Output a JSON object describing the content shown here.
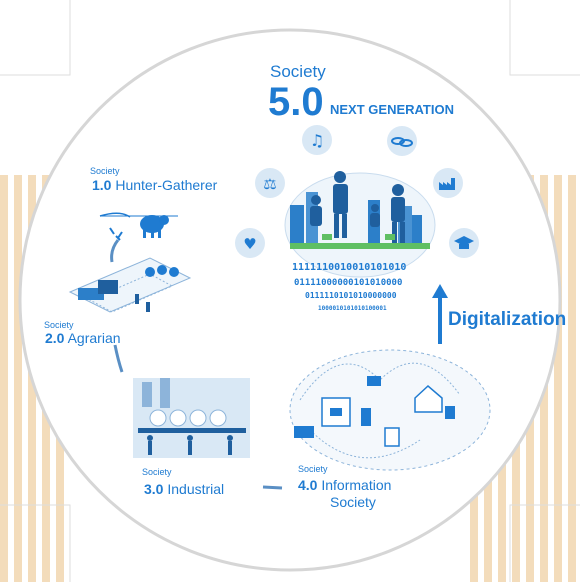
{
  "diagram": {
    "society5": {
      "society": "Society",
      "number": "5.0",
      "subtitle": "NEXT GENERATION"
    },
    "society1": {
      "society": "Society",
      "number": "1.0",
      "name": "Hunter-Gatherer"
    },
    "society2": {
      "society": "Society",
      "number": "2.0",
      "name": "Agrarian"
    },
    "society3": {
      "society": "Society",
      "number": "3.0",
      "name": "Industrial"
    },
    "society4": {
      "society": "Society",
      "number": "4.0",
      "name_line1": "Information",
      "name_line2": "Society"
    },
    "digitalization": "Digitalization",
    "binary_lines": [
      "1111110010010101010",
      "01111000000101010000",
      "0111110101010000000",
      "1000010101010100001"
    ],
    "icons": [
      "music-icon",
      "rings-icon",
      "scales-icon",
      "factory-icon",
      "heart-icon",
      "graduation-cap-icon"
    ],
    "colors": {
      "accent": "#1f7bd1",
      "circle_stroke": "#d6d6d6",
      "stripe": "#f3d9b5",
      "icon_bg": "#d9e8f5"
    }
  }
}
